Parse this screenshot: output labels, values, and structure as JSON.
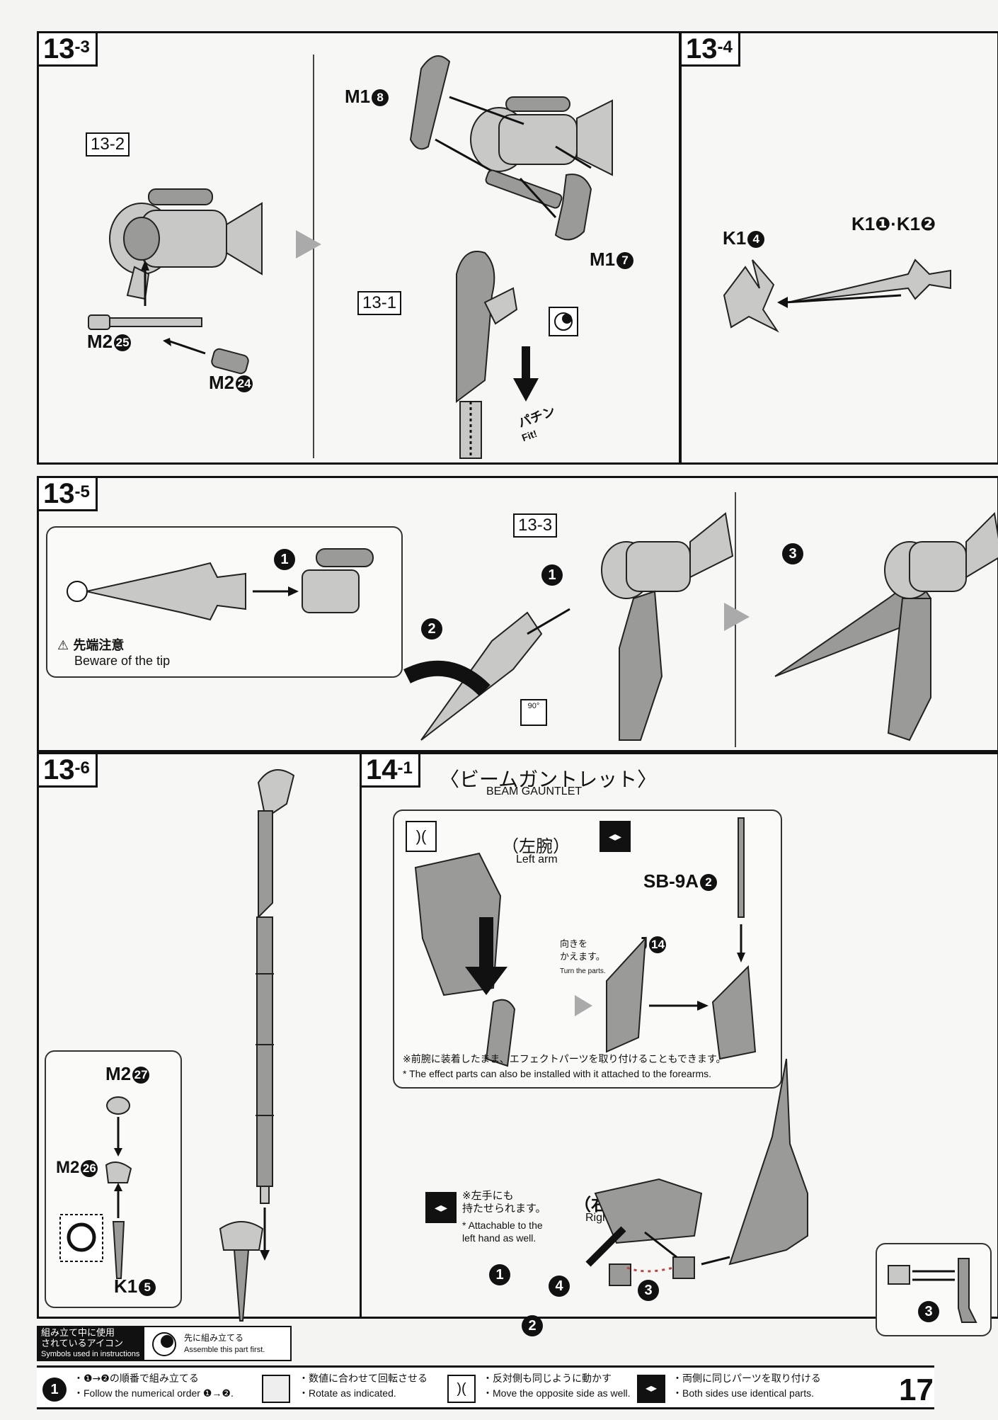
{
  "page_number": "17",
  "steps": {
    "s13_3": {
      "label_main": "13",
      "label_sub": "-3",
      "subassembly_ref_a": "13-2",
      "subassembly_ref_b": "13-1",
      "parts": {
        "m1_8": {
          "code": "M1",
          "num": "8"
        },
        "m1_7": {
          "code": "M1",
          "num": "7"
        },
        "m2_25": {
          "code": "M2",
          "num": "25"
        },
        "m2_24": {
          "code": "M2",
          "num": "24"
        }
      },
      "fit_jp": "パチン",
      "fit_en": "Fit!"
    },
    "s13_4": {
      "label_main": "13",
      "label_sub": "-4",
      "parts": {
        "k1_4": {
          "code": "K1",
          "num": "4"
        },
        "k1_1_2": {
          "text": "K1❶·K1❷"
        }
      }
    },
    "s13_5": {
      "label_main": "13",
      "label_sub": "-5",
      "subassembly_ref": "13-3",
      "caution_jp": "先端注意",
      "caution_en": "Beware of the tip",
      "rotate": "90°",
      "markers": [
        "1",
        "1",
        "2",
        "3"
      ]
    },
    "s13_6": {
      "label_main": "13",
      "label_sub": "-6",
      "parts": {
        "m2_27": {
          "code": "M2",
          "num": "27"
        },
        "m2_26": {
          "code": "M2",
          "num": "26"
        },
        "k1_5": {
          "code": "K1",
          "num": "5"
        }
      }
    },
    "s14_1": {
      "label_main": "14",
      "label_sub": "-1",
      "title_jp": "〈ビームガントレット〉",
      "title_en": "BEAM GAUNTLET",
      "left_arm_jp": "（左腕）",
      "left_arm_en": "Left arm",
      "right_arm_jp": "（右腕）",
      "right_arm_en": "Right arm",
      "sb9a": {
        "code": "SB-9A",
        "num": "2"
      },
      "j14": {
        "code": "J",
        "num": "14"
      },
      "turn_jp": "向きを\nかえます。",
      "turn_en": "Turn the parts.",
      "note_jp": "※前腕に装着したまま、エフェクトパーツを取り付けることもできます。",
      "note_en": "* The effect parts can also be installed with it attached to the forearms.",
      "left_hand_jp": "※左手にも\n持たせられます。",
      "left_hand_en": "* Attachable to the\nleft hand as well.",
      "markers": [
        "1",
        "2",
        "3",
        "4",
        "3"
      ]
    }
  },
  "legend": {
    "title_jp": "組み立て中に使用\nされているアイコン",
    "title_en": "Symbols used in instructions",
    "assemble_first_jp": "先に組み立てる",
    "assemble_first_en": "Assemble this part first.",
    "items": [
      {
        "jp": "・❶→❷の順番で組み立てる",
        "en": "・Follow the numerical order ❶→❷."
      },
      {
        "jp": "・数値に合わせて回転させる",
        "en": "・Rotate as indicated."
      },
      {
        "jp": "・反対側も同じように動かす",
        "en": "・Move the opposite side as well."
      },
      {
        "jp": "・両側に同じパーツを取り付ける",
        "en": "・Both sides use identical parts."
      }
    ]
  }
}
